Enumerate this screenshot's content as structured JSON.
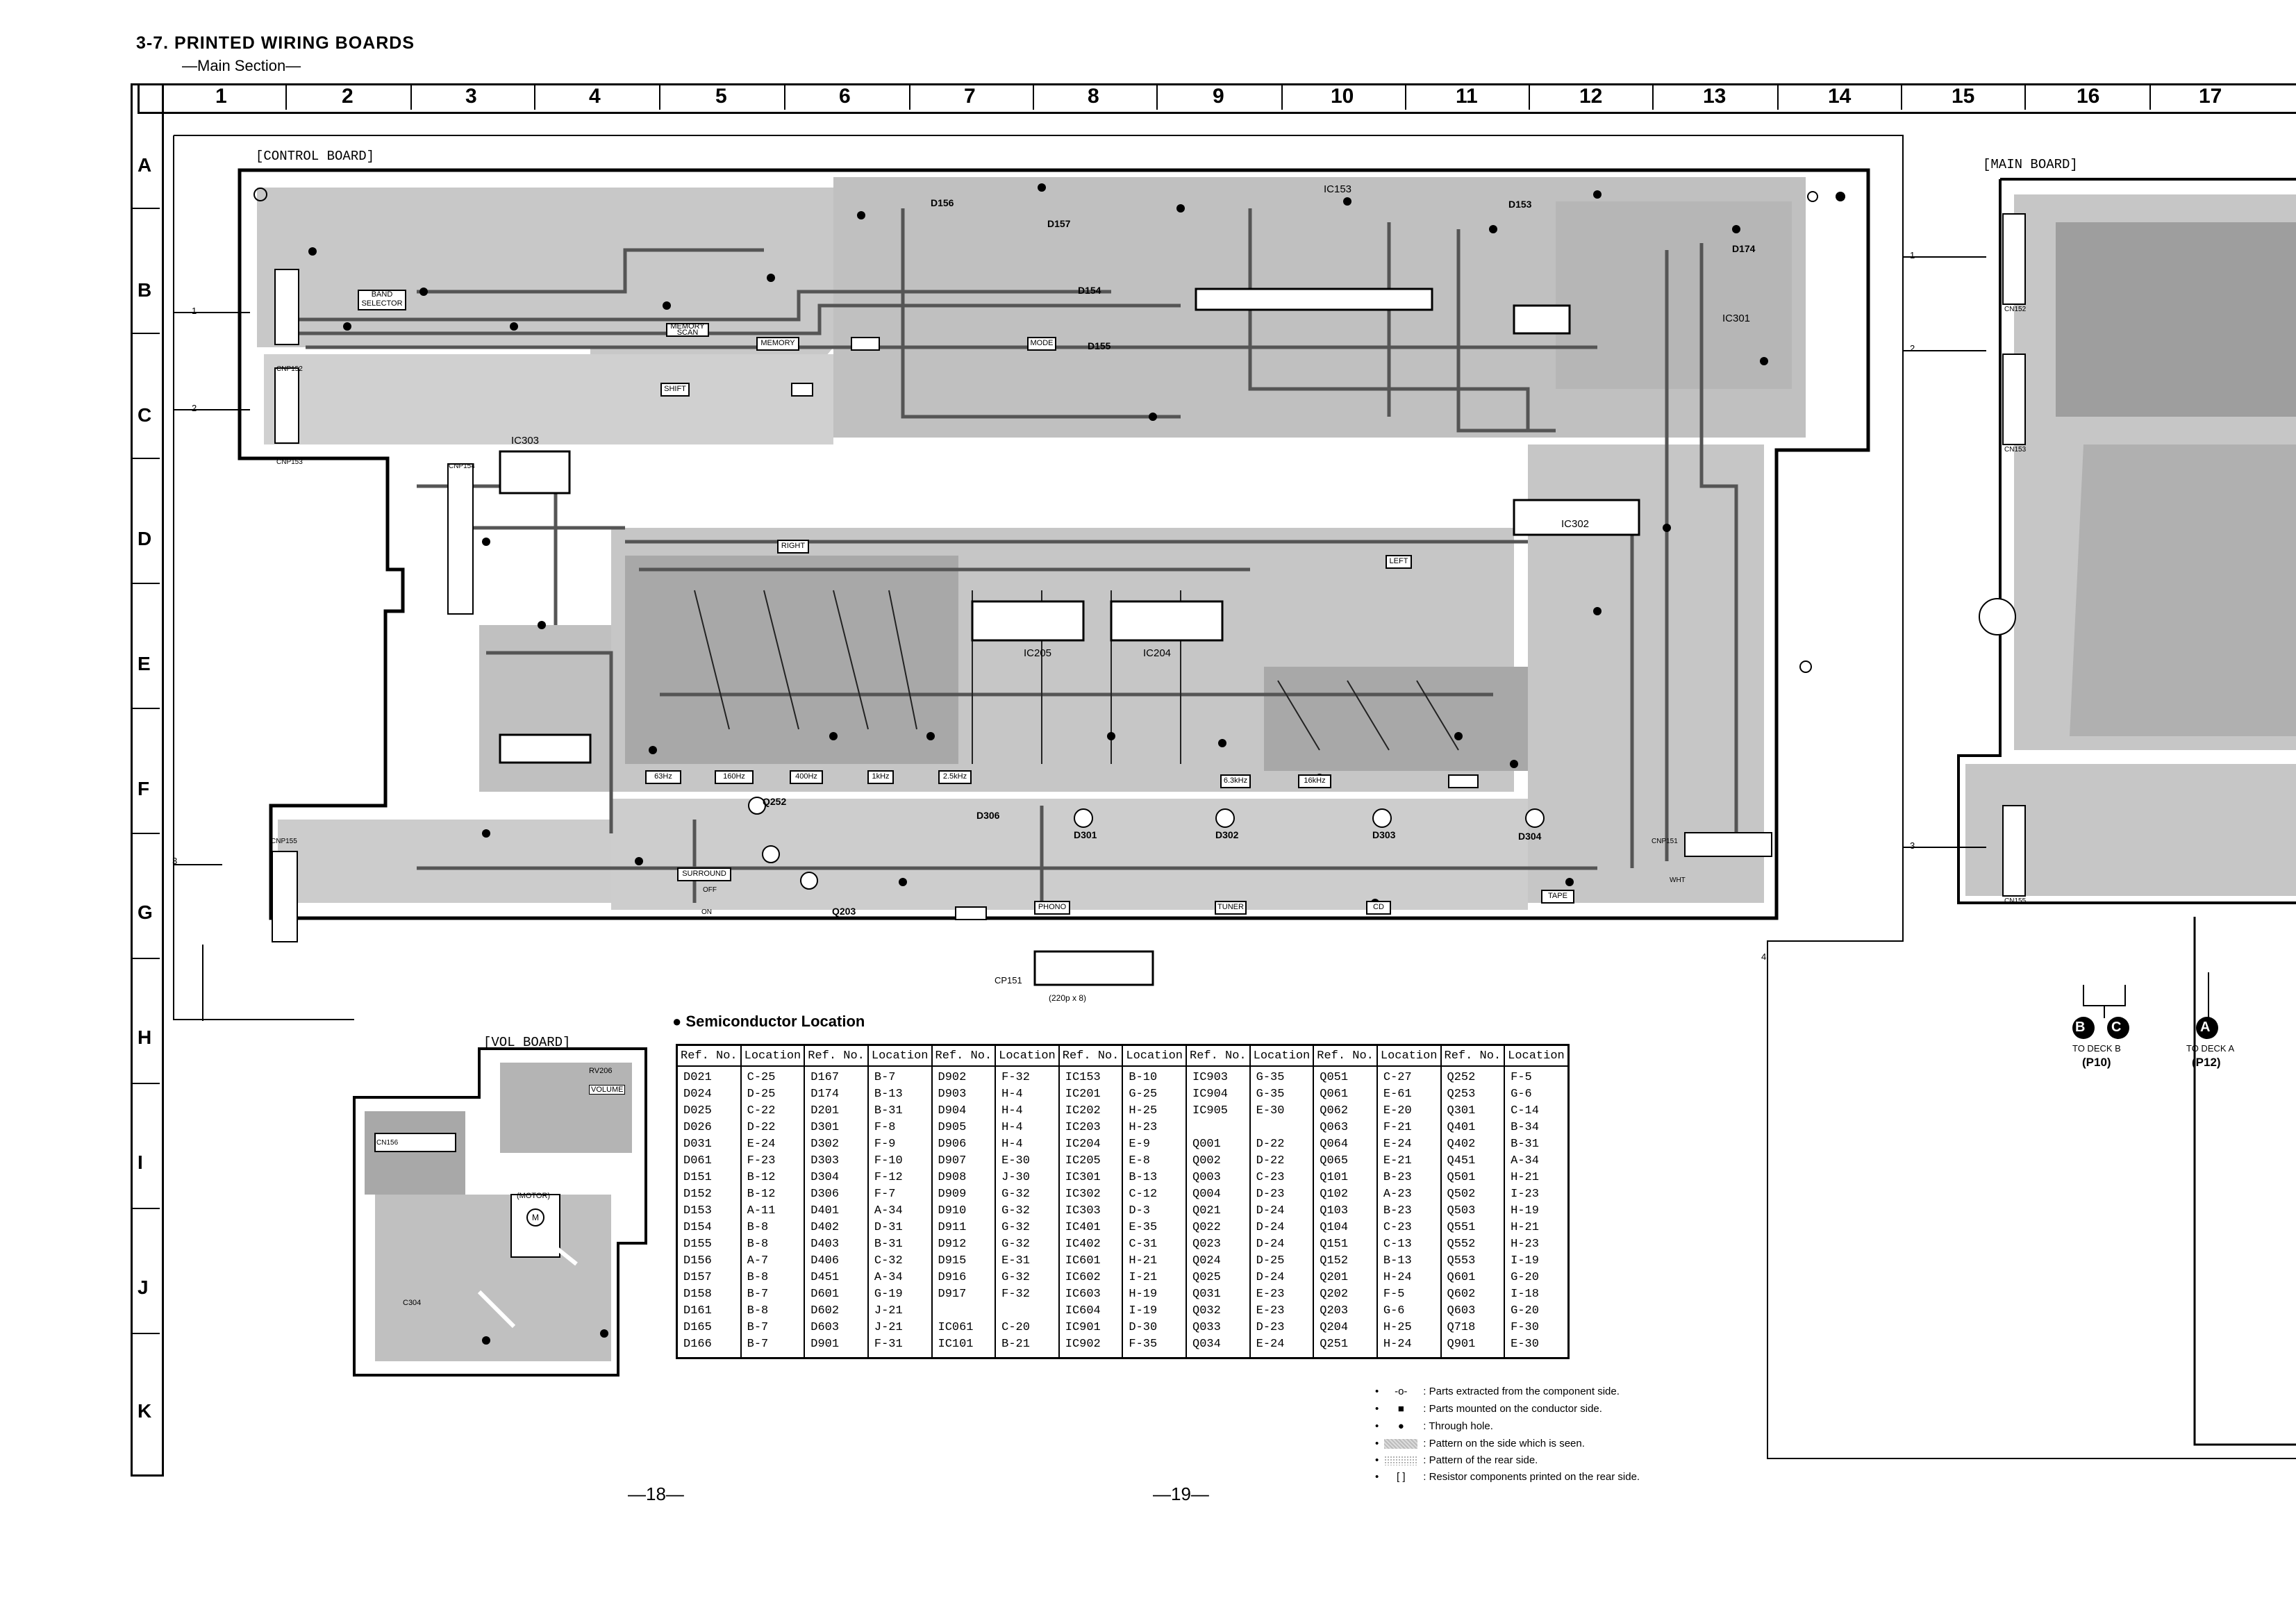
{
  "header": {
    "title": "3-7.  PRINTED WIRING BOARDS",
    "subtitle": "—Main Section—"
  },
  "grid": {
    "columns": [
      "1",
      "2",
      "3",
      "4",
      "5",
      "6",
      "7",
      "8",
      "9",
      "10",
      "11",
      "12",
      "13",
      "14",
      "15",
      "16",
      "17"
    ],
    "rows": [
      "A",
      "B",
      "C",
      "D",
      "E",
      "F",
      "G",
      "H",
      "I",
      "J",
      "K"
    ]
  },
  "boards": {
    "control": "[CONTROL BOARD]",
    "main": "[MAIN BOARD]",
    "vol": "[VOL BOARD]"
  },
  "control_labels": {
    "band_selector": "BAND SELECTOR",
    "memory_scan": "MEMORY SCAN",
    "memory": "MEMORY",
    "mode": "MODE",
    "shift": "SHIFT",
    "right": "RIGHT",
    "left": "LEFT",
    "surround": "SURROUND",
    "phono": "PHONO",
    "tuner": "TUNER",
    "cd": "CD",
    "tape": "TAPE",
    "ic153": "IC153",
    "ic302": "IC302",
    "ic303": "IC303",
    "ic301": "IC301",
    "ic205": "IC205",
    "ic204": "IC204",
    "cp151": "CP151",
    "cp151_note": "(220p x 8)",
    "cnp152": "CNP152",
    "cnp153": "CNP153",
    "cnp154": "CNP154",
    "cnp155": "CNP155",
    "cnp151": "CNP151",
    "wht": "WHT",
    "on": "ON",
    "off": "OFF",
    "q252": "Q252",
    "q203": "Q203",
    "d301": "D301",
    "d302": "D302",
    "d303": "D303",
    "d304": "D304",
    "d306": "D306",
    "d154": "D154",
    "d155": "D155",
    "d156": "D156",
    "d157": "D157",
    "d153": "D153",
    "d174": "D174"
  },
  "freq_labels": [
    "63Hz",
    "160Hz",
    "400Hz",
    "1kHz",
    "2.5kHz",
    "6.3kHz",
    "16kHz"
  ],
  "main_board_labels": {
    "cn152": "CN152",
    "cn153": "CN153",
    "cn155": "CN155"
  },
  "vol_labels": {
    "rv206": "RV206",
    "volume": "VOLUME",
    "motor": "(MOTOR)",
    "m": "M",
    "cn156": "CN156",
    "c304": "C304"
  },
  "connectors": {
    "c1": "1",
    "c2": "2",
    "c3": "3",
    "c4": "4"
  },
  "semiconductor": {
    "title": "Semiconductor Location",
    "headers": [
      "Ref. No.",
      "Location",
      "Ref. No.",
      "Location",
      "Ref. No.",
      "Location",
      "Ref. No.",
      "Location",
      "Ref. No.",
      "Location",
      "Ref. No.",
      "Location",
      "Ref. No.",
      "Location"
    ],
    "rows": [
      [
        "D021",
        "C-25",
        "D167",
        "B-7",
        "D902",
        "F-32",
        "IC153",
        "B-10",
        "IC903",
        "G-35",
        "Q051",
        "C-27",
        "Q252",
        "F-5"
      ],
      [
        "D024",
        "D-25",
        "D174",
        "B-13",
        "D903",
        "H-4",
        "IC201",
        "G-25",
        "IC904",
        "G-35",
        "Q061",
        "E-61",
        "Q253",
        "G-6"
      ],
      [
        "D025",
        "C-22",
        "D201",
        "B-31",
        "D904",
        "H-4",
        "IC202",
        "H-25",
        "IC905",
        "E-30",
        "Q062",
        "E-20",
        "Q301",
        "C-14"
      ],
      [
        "D026",
        "D-22",
        "D301",
        "F-8",
        "D905",
        "H-4",
        "IC203",
        "H-23",
        "",
        "",
        "Q063",
        "F-21",
        "Q401",
        "B-34"
      ],
      [
        "D031",
        "E-24",
        "D302",
        "F-9",
        "D906",
        "H-4",
        "IC204",
        "E-9",
        "Q001",
        "D-22",
        "Q064",
        "E-24",
        "Q402",
        "B-31"
      ],
      [
        "D061",
        "F-23",
        "D303",
        "F-10",
        "D907",
        "E-30",
        "IC205",
        "E-8",
        "Q002",
        "D-22",
        "Q065",
        "E-21",
        "Q451",
        "A-34"
      ],
      [
        "D151",
        "B-12",
        "D304",
        "F-12",
        "D908",
        "J-30",
        "IC301",
        "B-13",
        "Q003",
        "C-23",
        "Q101",
        "B-23",
        "Q501",
        "H-21"
      ],
      [
        "D152",
        "B-12",
        "D306",
        "F-7",
        "D909",
        "G-32",
        "IC302",
        "C-12",
        "Q004",
        "D-23",
        "Q102",
        "A-23",
        "Q502",
        "I-23"
      ],
      [
        "D153",
        "A-11",
        "D401",
        "A-34",
        "D910",
        "G-32",
        "IC303",
        "D-3",
        "Q021",
        "D-24",
        "Q103",
        "B-23",
        "Q503",
        "H-19"
      ],
      [
        "D154",
        "B-8",
        "D402",
        "D-31",
        "D911",
        "G-32",
        "IC401",
        "E-35",
        "Q022",
        "D-24",
        "Q104",
        "C-23",
        "Q551",
        "H-21"
      ],
      [
        "D155",
        "B-8",
        "D403",
        "B-31",
        "D912",
        "G-32",
        "IC402",
        "C-31",
        "Q023",
        "D-24",
        "Q151",
        "C-13",
        "Q552",
        "H-23"
      ],
      [
        "D156",
        "A-7",
        "D406",
        "C-32",
        "D915",
        "E-31",
        "IC601",
        "H-21",
        "Q024",
        "D-25",
        "Q152",
        "B-13",
        "Q553",
        "I-19"
      ],
      [
        "D157",
        "B-8",
        "D451",
        "A-34",
        "D916",
        "G-32",
        "IC602",
        "I-21",
        "Q025",
        "D-24",
        "Q201",
        "H-24",
        "Q601",
        "G-20"
      ],
      [
        "D158",
        "B-7",
        "D601",
        "G-19",
        "D917",
        "F-32",
        "IC603",
        "H-19",
        "Q031",
        "E-23",
        "Q202",
        "F-5",
        "Q602",
        "I-18"
      ],
      [
        "D161",
        "B-8",
        "D602",
        "J-21",
        "",
        "",
        "IC604",
        "I-19",
        "Q032",
        "E-23",
        "Q203",
        "G-6",
        "Q603",
        "G-20"
      ],
      [
        "D165",
        "B-7",
        "D603",
        "J-21",
        "IC061",
        "C-20",
        "IC901",
        "D-30",
        "Q033",
        "D-23",
        "Q204",
        "H-25",
        "Q718",
        "F-30"
      ],
      [
        "D166",
        "B-7",
        "D901",
        "F-31",
        "IC101",
        "B-21",
        "IC902",
        "F-35",
        "Q034",
        "E-24",
        "Q251",
        "H-24",
        "Q901",
        "E-30"
      ]
    ]
  },
  "legend": [
    {
      "sym": "-o-",
      "text": ": Parts extracted from the component side."
    },
    {
      "sym": "■",
      "text": ": Parts mounted on the conductor side."
    },
    {
      "sym": "●",
      "text": ": Through hole."
    },
    {
      "sym": "pattern-seen",
      "text": ": Pattern on the side which is seen."
    },
    {
      "sym": "pattern-rear",
      "text": ": Pattern of the rear side."
    },
    {
      "sym": "[ ]",
      "text": ": Resistor components printed on the rear side."
    }
  ],
  "deck": {
    "b_letter": "B",
    "c_letter": "C",
    "a_letter": "A",
    "to_deck_b": "TO DECK B",
    "to_deck_a": "TO DECK A",
    "p10": "(P10)",
    "p12": "(P12)"
  },
  "pages": {
    "left": "—18—",
    "right": "—19—"
  },
  "colors": {
    "pattern": "#b5b5b5",
    "pattern_dark": "#9a9a9a",
    "ink": "#000000"
  }
}
